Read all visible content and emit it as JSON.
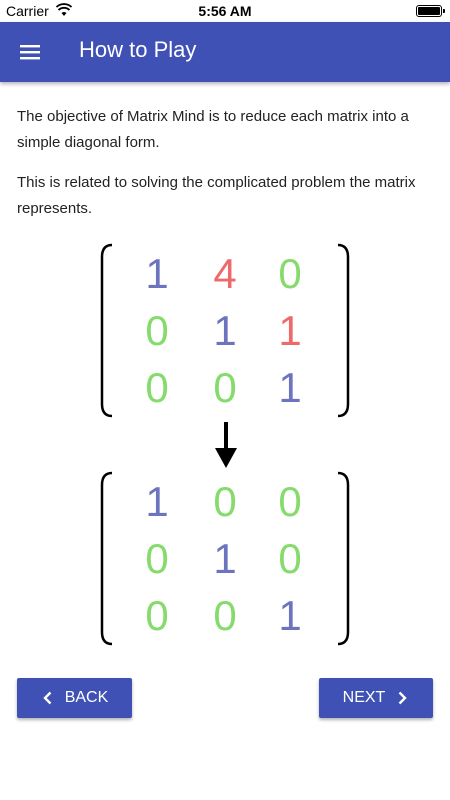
{
  "status_bar": {
    "carrier": "Carrier",
    "time": "5:56 AM"
  },
  "app_bar": {
    "title": "How to Play"
  },
  "instructions": {
    "paragraph_1": "The objective of Matrix Mind is to reduce each matrix into a simple diagonal form.",
    "paragraph_2": "This is related to solving the complicated problem the matrix represents."
  },
  "colors": {
    "primary": "#3f51b5",
    "blue_number": "#6b74bd",
    "green_number": "#85db6b",
    "red_number": "#ee6a6a"
  },
  "matrix_before": [
    [
      {
        "value": "1",
        "color": "blue"
      },
      {
        "value": "4",
        "color": "red"
      },
      {
        "value": "0",
        "color": "green"
      }
    ],
    [
      {
        "value": "0",
        "color": "green"
      },
      {
        "value": "1",
        "color": "blue"
      },
      {
        "value": "1",
        "color": "red"
      }
    ],
    [
      {
        "value": "0",
        "color": "green"
      },
      {
        "value": "0",
        "color": "green"
      },
      {
        "value": "1",
        "color": "blue"
      }
    ]
  ],
  "matrix_after": [
    [
      {
        "value": "1",
        "color": "blue"
      },
      {
        "value": "0",
        "color": "green"
      },
      {
        "value": "0",
        "color": "green"
      }
    ],
    [
      {
        "value": "0",
        "color": "green"
      },
      {
        "value": "1",
        "color": "blue"
      },
      {
        "value": "0",
        "color": "green"
      }
    ],
    [
      {
        "value": "0",
        "color": "green"
      },
      {
        "value": "0",
        "color": "green"
      },
      {
        "value": "1",
        "color": "blue"
      }
    ]
  ],
  "buttons": {
    "back_label": "BACK",
    "next_label": "NEXT"
  },
  "icons": {
    "menu": "hamburger-menu-icon",
    "down_arrow": "arrow-down-icon",
    "back": "chevron-left-icon",
    "next": "chevron-right-icon"
  }
}
